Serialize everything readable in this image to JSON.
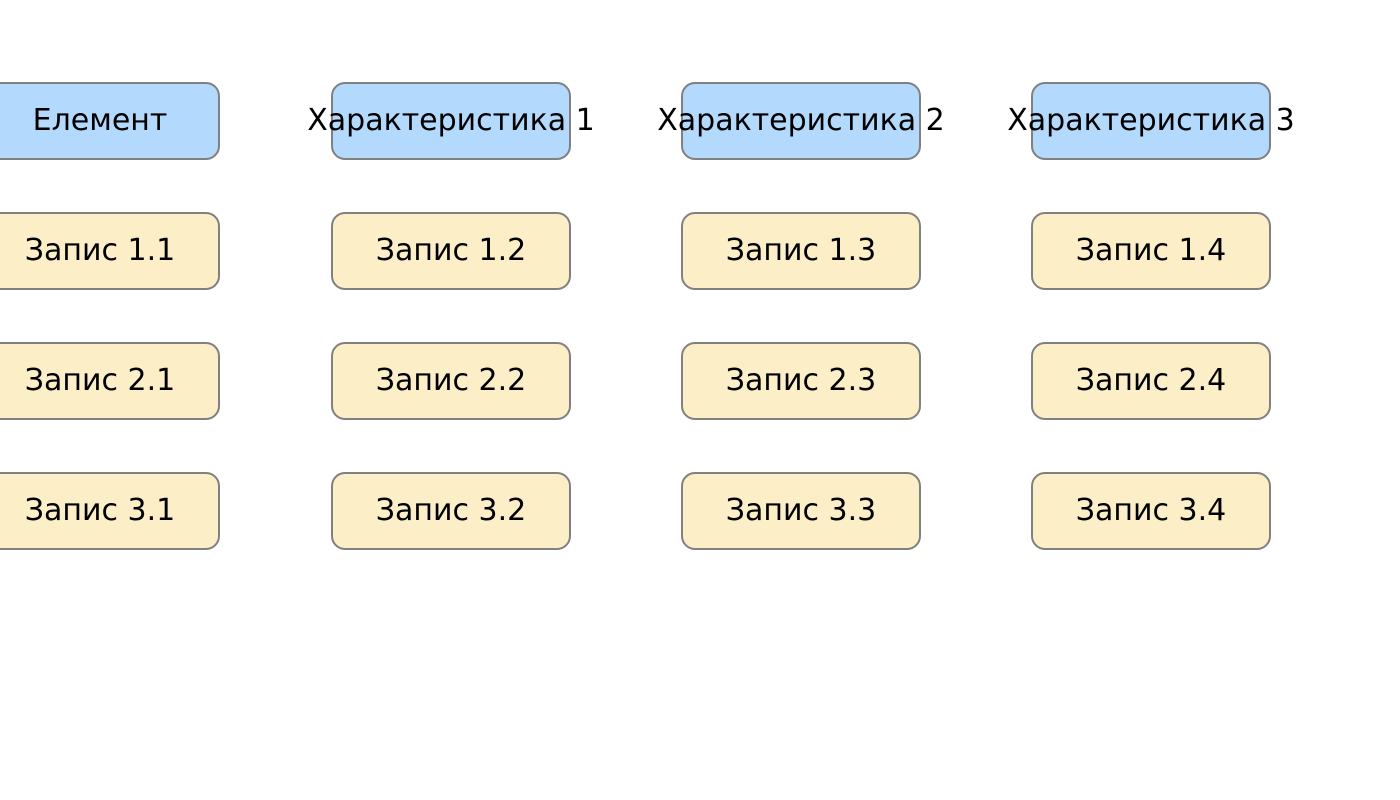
{
  "diagram": {
    "title": "",
    "background_color": "#ffffff",
    "header_fill": "#b3d9fd",
    "record_fill": "#fcefc8",
    "border_color": "#808080",
    "text_color": "#000000",
    "header_row": {
      "cells": [
        {
          "label": "Елемент"
        },
        {
          "label": "Характеристика 1"
        },
        {
          "label": "Характеристика 2"
        },
        {
          "label": "Характеристика 3"
        }
      ]
    },
    "rows": [
      {
        "cells": [
          {
            "label": "Запис 1.1"
          },
          {
            "label": "Запис 1.2"
          },
          {
            "label": "Запис 1.3"
          },
          {
            "label": "Запис 1.4"
          }
        ]
      },
      {
        "cells": [
          {
            "label": "Запис 2.1"
          },
          {
            "label": "Запис 2.2"
          },
          {
            "label": "Запис 2.3"
          },
          {
            "label": "Запис 2.4"
          }
        ]
      },
      {
        "cells": [
          {
            "label": "Запис 3.1"
          },
          {
            "label": "Запис 3.2"
          },
          {
            "label": "Запис 3.3"
          },
          {
            "label": "Запис 3.4"
          }
        ]
      }
    ]
  }
}
